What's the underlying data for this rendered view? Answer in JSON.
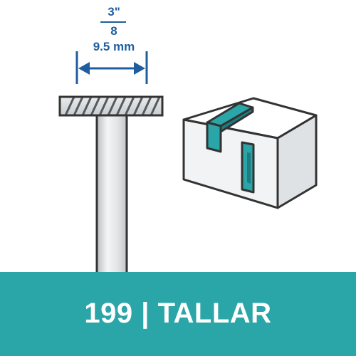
{
  "dimension": {
    "fraction_numerator": "3\"",
    "fraction_denominator": "8",
    "metric": "9.5 mm"
  },
  "footer": {
    "label": "199 | TALLAR"
  },
  "colors": {
    "dimension_blue": "#1f5e9e",
    "teal": "#2aa5a8",
    "outline": "#333333",
    "steel_light": "#eceeef",
    "steel_mid": "#c5c9cc"
  },
  "icons": [
    "dimension-arrow-icon",
    "cutter-bit-icon",
    "grooved-block-icon"
  ]
}
